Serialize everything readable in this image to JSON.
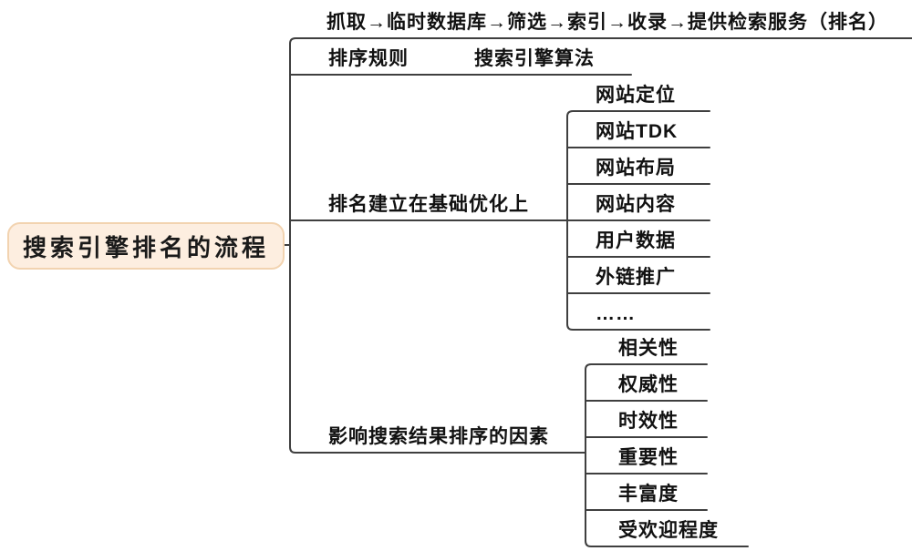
{
  "root": {
    "label": "搜索引擎排名的流程"
  },
  "branches": [
    {
      "label": "抓取→临时数据库→筛选→索引→收录→提供检索服务（排名）"
    },
    {
      "label": "排序规则",
      "sublabel": "搜索引擎算法"
    },
    {
      "label": "排名建立在基础优化上",
      "children": [
        "网站定位",
        "网站TDK",
        "网站布局",
        "网站内容",
        "用户数据",
        "外链推广",
        "……"
      ]
    },
    {
      "label": "影响搜索结果排序的因素",
      "children": [
        "相关性",
        "权威性",
        "时效性",
        "重要性",
        "丰富度",
        "受欢迎程度"
      ]
    }
  ],
  "colors": {
    "line": "#3f3f3f",
    "text": "#111111",
    "root_fill": "#fdeee0",
    "root_border": "#f2d3b0"
  }
}
